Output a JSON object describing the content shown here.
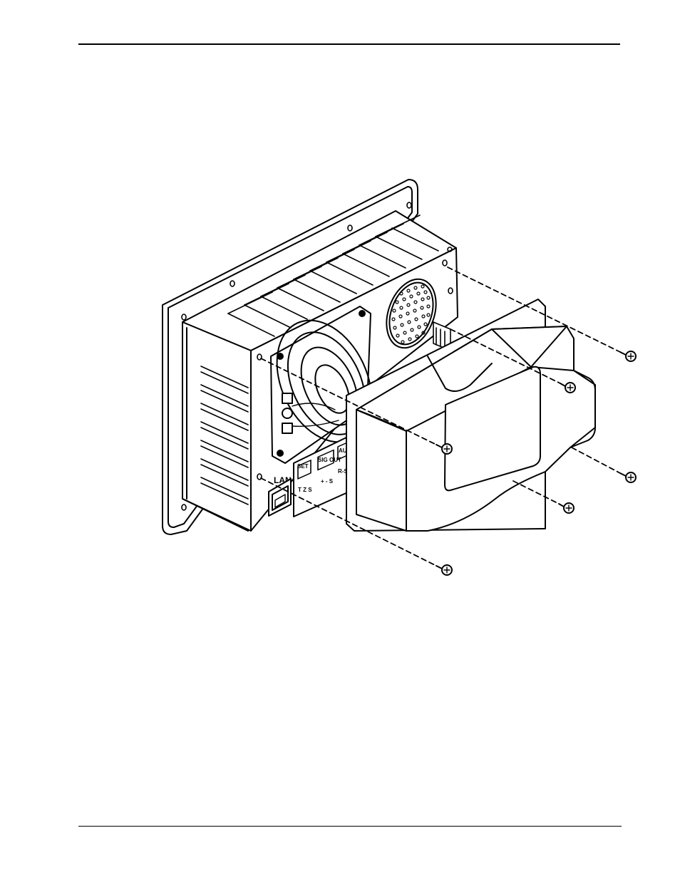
{
  "figure": {
    "port_labels": {
      "lan": "LAN",
      "connector_1_top": "SET",
      "connector_1_bottom": "T Z S",
      "connector_2_top": "SIG OUT",
      "connector_2_bottom": "+ - S",
      "connector_3_top": "AU",
      "connector_3_bottom": "R-S"
    }
  }
}
